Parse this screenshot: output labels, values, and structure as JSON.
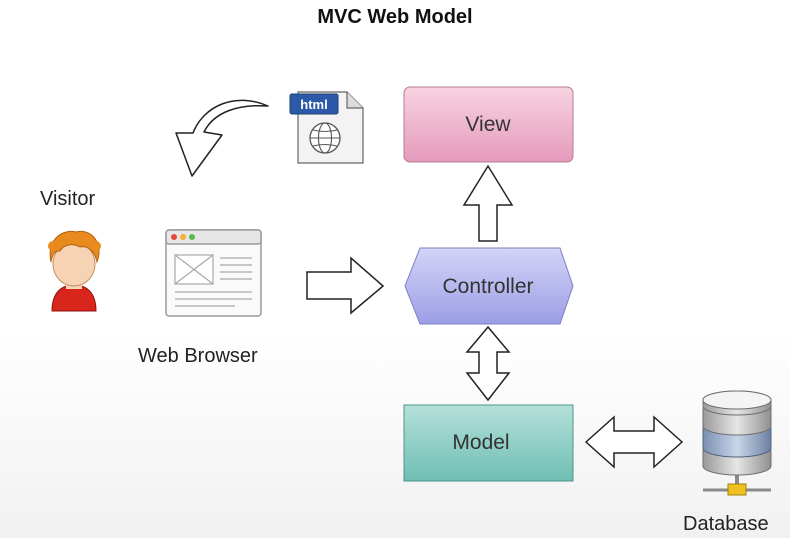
{
  "title": "MVC Web Model",
  "nodes": {
    "view": "View",
    "controller": "Controller",
    "model": "Model"
  },
  "labels": {
    "visitor": "Visitor",
    "web_browser": "Web Browser",
    "database": "Database"
  },
  "icons": {
    "html_file": "html",
    "visitor": "person-icon",
    "browser": "browser-window-icon",
    "database": "database-icon"
  },
  "colors": {
    "view_fill": "#f2b3cc",
    "controller_fill": "#b3b5ee",
    "model_fill": "#8ecfc6"
  }
}
